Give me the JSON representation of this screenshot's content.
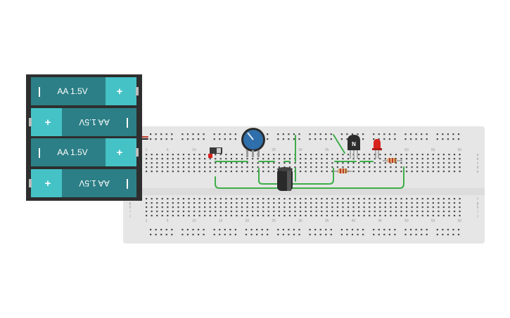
{
  "colors": {
    "board": "#e6e6e6",
    "hole": "#4a4a4a",
    "wire": "#3dae49",
    "battery_body": "#2c7f86",
    "battery_cap": "#45c2c6",
    "battery_case": "#2e2e2e",
    "pot_knob": "#2f6fab",
    "capacitor": "#2a2a2a",
    "led": "#d9231f",
    "transistor": "#2d2d2d",
    "resistor": "#d9b078"
  },
  "battery_pack": {
    "cells": [
      {
        "label": "AA 1.5V",
        "left_sign": "|",
        "right_sign": "+",
        "flipped": false
      },
      {
        "label": "AA 1.5V",
        "left_sign": "+",
        "right_sign": "|",
        "flipped": true
      },
      {
        "label": "AA 1.5V",
        "left_sign": "|",
        "right_sign": "+",
        "flipped": false
      },
      {
        "label": "AA 1.5V",
        "left_sign": "+",
        "right_sign": "|",
        "flipped": true
      }
    ]
  },
  "breadboard": {
    "column_numbers_top": [
      "1",
      "5",
      "10",
      "15",
      "20",
      "25",
      "30",
      "35",
      "40",
      "45",
      "50",
      "55",
      "60"
    ],
    "column_numbers_bottom": [
      "1",
      "5",
      "10",
      "15",
      "20",
      "25",
      "30",
      "35",
      "40",
      "45",
      "50",
      "55",
      "60"
    ],
    "row_letters_top": [
      "a",
      "b",
      "c",
      "d",
      "e"
    ],
    "row_letters_bottom": [
      "f",
      "g",
      "h",
      "i",
      "j"
    ]
  },
  "components": {
    "transistor_label": "N"
  }
}
